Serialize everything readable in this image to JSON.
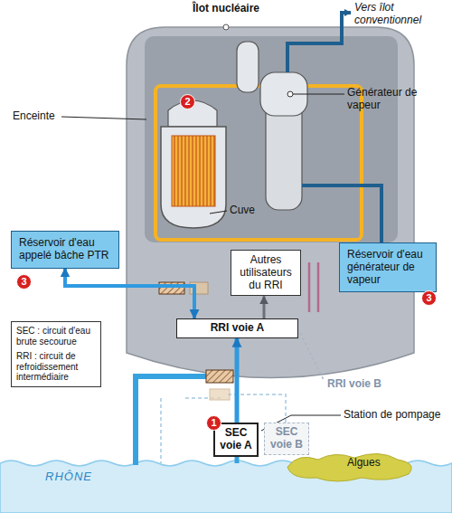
{
  "diagram": {
    "nodes": [
      {
        "text": [
          "Réservoir d'eau appelé bâche PTR"
        ]
      },
      {
        "text": [
          "Autres utilisateurs du RRI"
        ]
      },
      {
        "text": [
          "Réservoir d'eau générateur de vapeur"
        ]
      },
      {
        "text": [
          "RRI voie A"
        ]
      },
      {
        "text": [
          "SEC voie A"
        ]
      },
      {
        "text": [
          "SEC voie B"
        ]
      },
      {
        "text": [
          "SEC : circuit d'eau brute secourue",
          "RRI : circuit de refroidissement intermédiaire"
        ]
      }
    ],
    "edges": [
      {
        "from": 3,
        "to": 0,
        "arrow": "both"
      },
      {
        "from": 3,
        "to": 1,
        "arrow": "to"
      },
      {
        "from": 4,
        "to": 3,
        "arrow": "to"
      }
    ],
    "labels": [
      "Îlot nucléaire",
      "Vers îlot conventionnel",
      "Générateur de vapeur",
      "Enceinte",
      "2",
      "Cuve",
      "3",
      "3",
      "RRI voie B",
      "Station de pompage",
      "1",
      "RHÔNE",
      "Algues"
    ]
  }
}
